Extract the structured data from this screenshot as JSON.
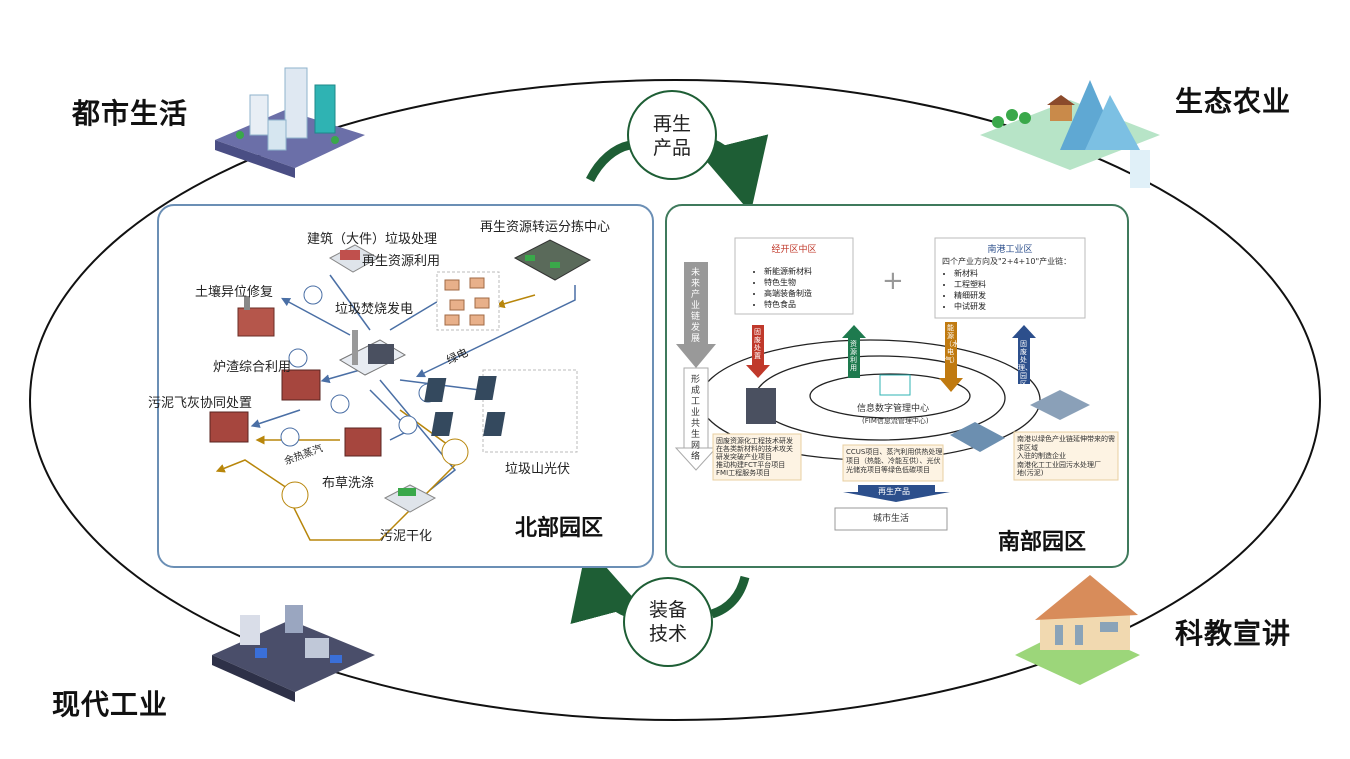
{
  "corners": {
    "top_left": "都市生活",
    "top_right": "生态农业",
    "bottom_left": "现代工业",
    "bottom_right": "科教宣讲"
  },
  "circles": {
    "top": [
      "再生",
      "产品"
    ],
    "bottom": [
      "装备",
      "技术"
    ]
  },
  "north": {
    "title": "北部园区",
    "labels": {
      "construction": "建筑（大件）垃圾处理",
      "recycle_center": "再生资源转运分拣中心",
      "reuse": "再生资源利用",
      "soil": "土壤异位修复",
      "incineration": "垃圾焚烧发电",
      "slag": "炉渣综合利用",
      "sludge_ash": "污泥飞灰协同处置",
      "waste_heat": "余热蒸汽",
      "cloth": "布草洗涤",
      "sludge_dry": "污泥干化",
      "pv": "垃圾山光伏",
      "power": "绿电"
    }
  },
  "south": {
    "title": "南部园区",
    "econ_zone": {
      "title": "经开区中区",
      "items": [
        "新能源新材料",
        "特色生物",
        "高端装备制造",
        "特色食品"
      ]
    },
    "port_zone": {
      "title": "南港工业区",
      "intro": "四个产业方向及\"2+4+10\"产业链：",
      "items": [
        "新材料",
        "工程塑料",
        "精细研发",
        "中试研发"
      ]
    },
    "plus": "+",
    "future_chain": "未来产业链发展",
    "form_network": "形成工业共生网络",
    "arrow1": "固废处置",
    "arrow2": "资源利用",
    "arrow3": "能源（水电气）",
    "arrow4": "固废处理、园区",
    "info_center": "信息数字管理中心",
    "info_center_sub": "(FIM信息流管理中心)",
    "note_left": [
      "固废资源化工程技术研发",
      "在各类新材料的技术攻关",
      "研发突破产业项目",
      "推动构建FCT平台项目",
      "FMI工程服务项目"
    ],
    "note_mid": [
      "CCUS项目、蒸汽利用供热处理",
      "项目（热能、冷能互供）、光伏",
      "光储充项目等绿色低碳项目"
    ],
    "note_right": [
      "南港以绿色产业链延伸带来的需",
      "求区域",
      "入驻的制造企业",
      "南港化工工业园污水处理厂",
      "地(污泥)"
    ],
    "reproduct": "再生产品",
    "city_life": "城市生活"
  },
  "colors": {
    "arc_green": "#1e5e35",
    "north_border": "#6b8fb5",
    "south_border": "#3f7a5c",
    "orange": "#b8860b",
    "blue": "#4a6fa5"
  }
}
